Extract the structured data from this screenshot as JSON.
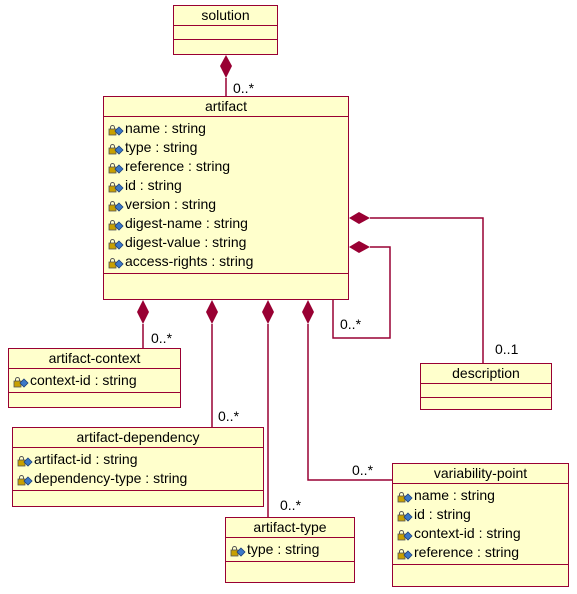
{
  "classes": {
    "solution": {
      "name": "solution",
      "attributes": []
    },
    "artifact": {
      "name": "artifact",
      "attributes": [
        "name : string",
        "type : string",
        "reference : string",
        "id : string",
        "version : string",
        "digest-name : string",
        "digest-value : string",
        "access-rights : string"
      ]
    },
    "artifact_context": {
      "name": "artifact-context",
      "attributes": [
        "context-id : string"
      ]
    },
    "artifact_dependency": {
      "name": "artifact-dependency",
      "attributes": [
        "artifact-id : string",
        "dependency-type : string"
      ]
    },
    "artifact_type": {
      "name": "artifact-type",
      "attributes": [
        "type : string"
      ]
    },
    "description": {
      "name": "description",
      "attributes": []
    },
    "variability_point": {
      "name": "variability-point",
      "attributes": [
        "name : string",
        "id : string",
        "context-id : string",
        "reference : string"
      ]
    }
  },
  "multiplicities": {
    "solution_artifact": "0..*",
    "artifact_self": "0..*",
    "artifact_description": "0..1",
    "artifact_context": "0..*",
    "artifact_dependency": "0..*",
    "artifact_type": "0..*",
    "variability_point": "0..*"
  },
  "colors": {
    "class_fill": "#ffffcc",
    "class_border": "#990033",
    "line": "#990033",
    "diamond": "#990033"
  },
  "icons": {
    "attribute": "lock-diamond-attribute-icon"
  }
}
